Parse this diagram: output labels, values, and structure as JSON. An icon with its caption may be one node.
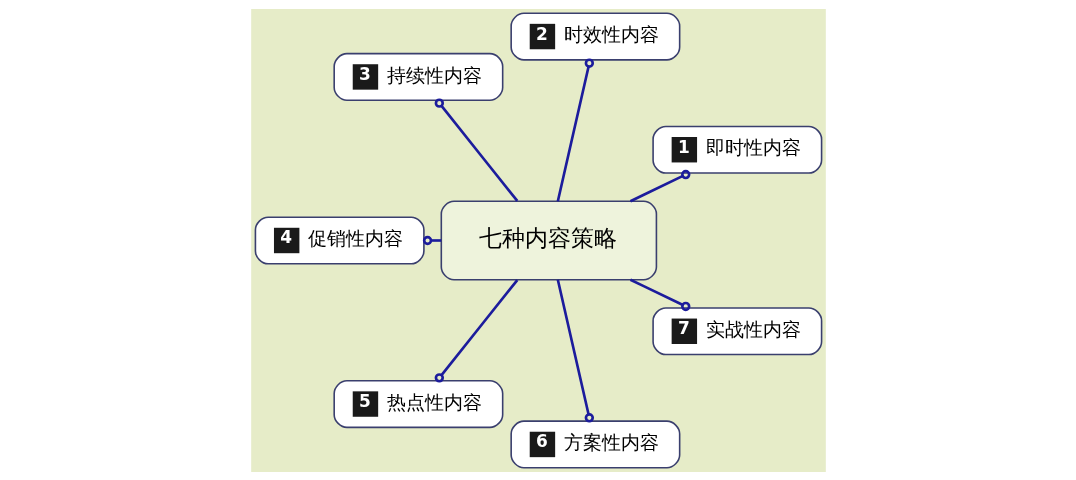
{
  "diagram": {
    "nodes": [
      {
        "text": [
          "七种内容策略"
        ]
      },
      {
        "text": [
          "1",
          "即时性内容"
        ]
      },
      {
        "text": [
          "2",
          "时效性内容"
        ]
      },
      {
        "text": [
          "3",
          "持续性内容"
        ]
      },
      {
        "text": [
          "4",
          "促销性内容"
        ]
      },
      {
        "text": [
          "5",
          "热点性内容"
        ]
      },
      {
        "text": [
          "6",
          "方案性内容"
        ]
      },
      {
        "text": [
          "7",
          "实战性内容"
        ]
      }
    ],
    "edges": [
      {
        "from": 0,
        "to": 1,
        "arrow": "other"
      },
      {
        "from": 0,
        "to": 2,
        "arrow": "other"
      },
      {
        "from": 0,
        "to": 3,
        "arrow": "other"
      },
      {
        "from": 0,
        "to": 4,
        "arrow": "other"
      },
      {
        "from": 0,
        "to": 5,
        "arrow": "other"
      },
      {
        "from": 0,
        "to": 6,
        "arrow": "other"
      },
      {
        "from": 0,
        "to": 7,
        "arrow": "other"
      }
    ]
  }
}
